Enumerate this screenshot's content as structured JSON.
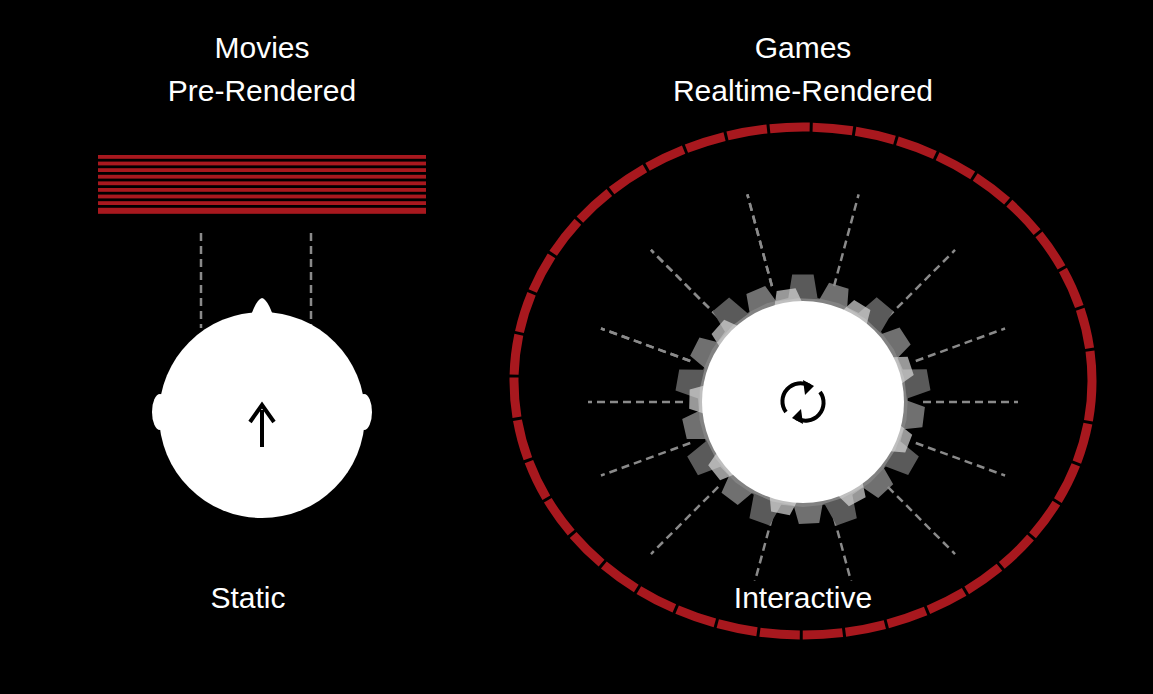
{
  "diagram": {
    "labels": [
      "Movies",
      "Pre-Rendered",
      "Games",
      "Realtime-Rendered",
      "Static",
      "Interactive"
    ]
  }
}
